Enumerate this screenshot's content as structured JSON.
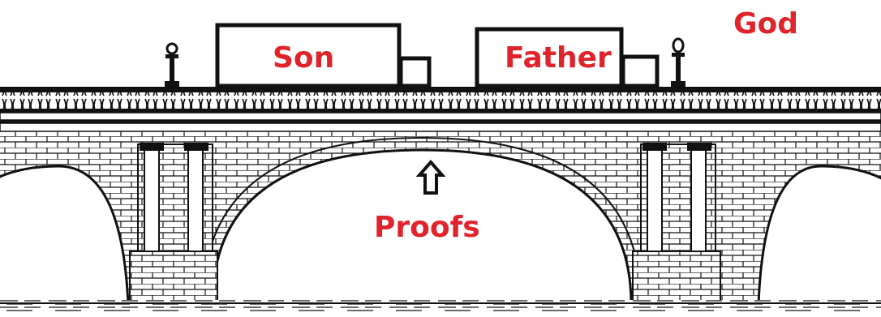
{
  "labels": {
    "son": "Son",
    "father": "Father",
    "god": "God",
    "proofs": "Proofs"
  },
  "colors": {
    "label": "#e0242c",
    "ink": "#111111",
    "paper": "#ffffff"
  },
  "icons": {
    "arrow": "up-arrow-icon",
    "lamp": "lamp-post-icon"
  }
}
